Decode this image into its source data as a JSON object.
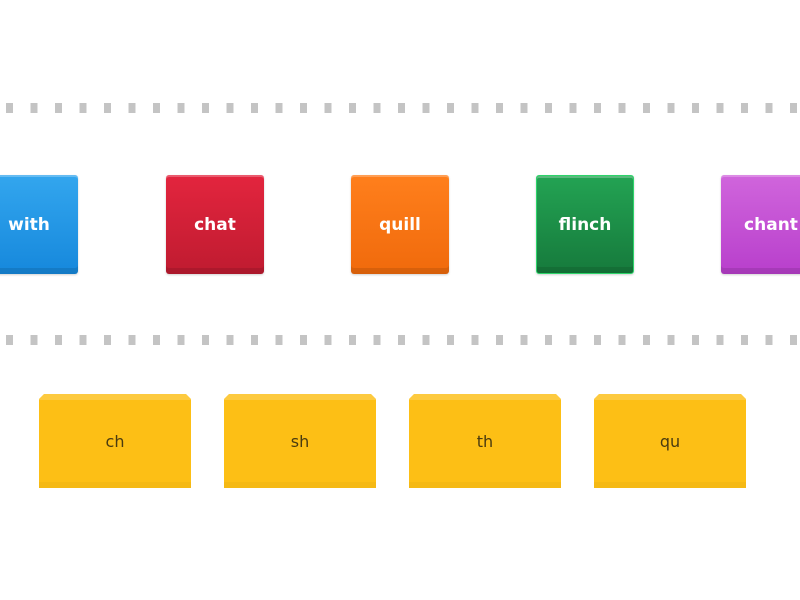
{
  "colors": {
    "blue": "#1e95e6",
    "red": "#d6203a",
    "orange": "#fb7512",
    "green": "#1c8f47",
    "purple": "#c651d4",
    "target_yellow": "#fdbf15",
    "track_dash": "#c4c4c4"
  },
  "cards": [
    {
      "label": "with",
      "color": "blue"
    },
    {
      "label": "chat",
      "color": "red"
    },
    {
      "label": "quill",
      "color": "orange"
    },
    {
      "label": "flinch",
      "color": "green"
    },
    {
      "label": "chant",
      "color": "purple"
    }
  ],
  "targets": [
    {
      "label": "ch"
    },
    {
      "label": "sh"
    },
    {
      "label": "th"
    },
    {
      "label": "qu"
    }
  ]
}
